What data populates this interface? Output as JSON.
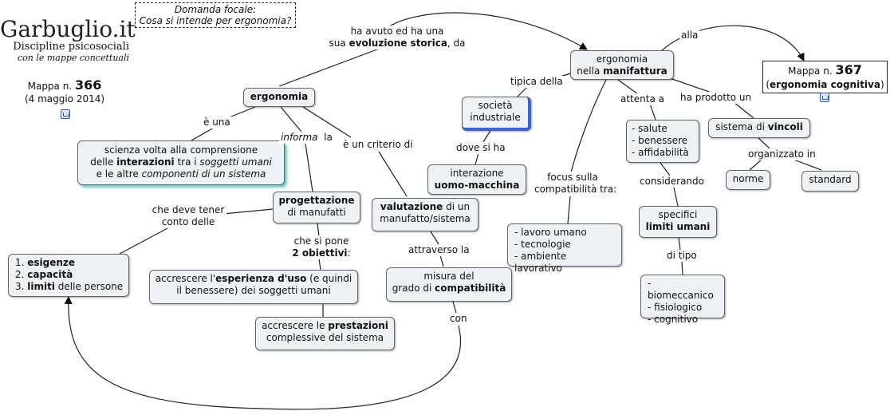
{
  "focal": {
    "line1": "Domanda focale:",
    "line2": "Cosa si intende per ergonomia?"
  },
  "brand": {
    "title": "Garbuglio.it",
    "sub1": "Discipline psicosociali",
    "sub2": "con le mappe concettuali"
  },
  "map_current": {
    "prefix": "Mappa n.",
    "number": "366",
    "date": "(4 maggio 2014)"
  },
  "map_link": {
    "prefix": "Mappa n.",
    "number": "367",
    "open": "(",
    "title": "ergonomia cognitiva",
    "close": ")"
  },
  "nodes": {
    "ergonomia": "ergonomia",
    "scienza": {
      "l1": "scienza volta alla comprensione",
      "l2a": "delle ",
      "l2b": "interazioni",
      "l2c": " tra i ",
      "l2d": "soggetti umani",
      "l3a": "e le altre ",
      "l3b": "componenti di un sistema"
    },
    "progettazione": {
      "l1": "progettazione",
      "l2": "di manufatti"
    },
    "valutazione": {
      "l1a": "valutazione",
      "l1b": " di un",
      "l2": "manufatto/sistema"
    },
    "esigenze": {
      "i1n": "1. ",
      "i1": "esigenze",
      "i2n": "2. ",
      "i2": "capacità",
      "i3n": "3. ",
      "i3": "limiti",
      "i3b": " delle persone"
    },
    "esperienza": {
      "l1a": "accrescere l'",
      "l1b": "esperienza d'uso",
      "l1c": " (e quindi",
      "l2": "il benessere) dei soggetti umani"
    },
    "prestazioni": {
      "l1a": "accrescere le ",
      "l1b": "prestazioni",
      "l2": "complessive del sistema"
    },
    "misura": {
      "l1": "misura del",
      "l2a": "grado di ",
      "l2b": "compatibilità"
    },
    "societa": {
      "l1": "società",
      "l2": "industriale"
    },
    "interazione": {
      "l1": "interazione",
      "l2": "uomo-macchina"
    },
    "manifattura": {
      "l1": "ergonomia",
      "l2a": "nella ",
      "l2b": "manifattura"
    },
    "salute": {
      "i1": "- salute",
      "i2": "- benessere",
      "i3": "- affidabilità"
    },
    "lavoro": {
      "i1": "- lavoro umano",
      "i2": "- tecnologie",
      "i3": "- ambiente lavorativo"
    },
    "specifici": {
      "l1": "specifici",
      "l2": "limiti umani"
    },
    "bio": {
      "i1": "- biomeccanico",
      "i2": "- fisiologico",
      "i3": "- cognitivo"
    },
    "vincoli": {
      "a": "sistema di ",
      "b": "vincoli"
    },
    "norme": "norme",
    "standard": "standard"
  },
  "links": {
    "evol": {
      "l1": "ha avuto ed ha una",
      "l2a": "sua ",
      "l2b": "evoluzione storica",
      "l2c": ", da"
    },
    "alla": "alla",
    "tipica": "tipica della",
    "attenta": "attenta a",
    "prodotto": "ha prodotto un",
    "euna": "è una",
    "informa_a": "informa",
    "informa_b": "la",
    "criterio": "è un criterio di",
    "dove": "dove si ha",
    "focus": {
      "l1": "focus sulla",
      "l2": "compatibilità tra:"
    },
    "considerando": "considerando",
    "organizzato": "organizzato in",
    "chedeve": {
      "l1": "che deve tener",
      "l2": "conto delle"
    },
    "chesipone": {
      "l1": "che si pone",
      "l2": "2 obiettivi",
      "l2b": ":"
    },
    "attraverso": "attraverso la",
    "ditipo": "di tipo",
    "con": "con"
  }
}
